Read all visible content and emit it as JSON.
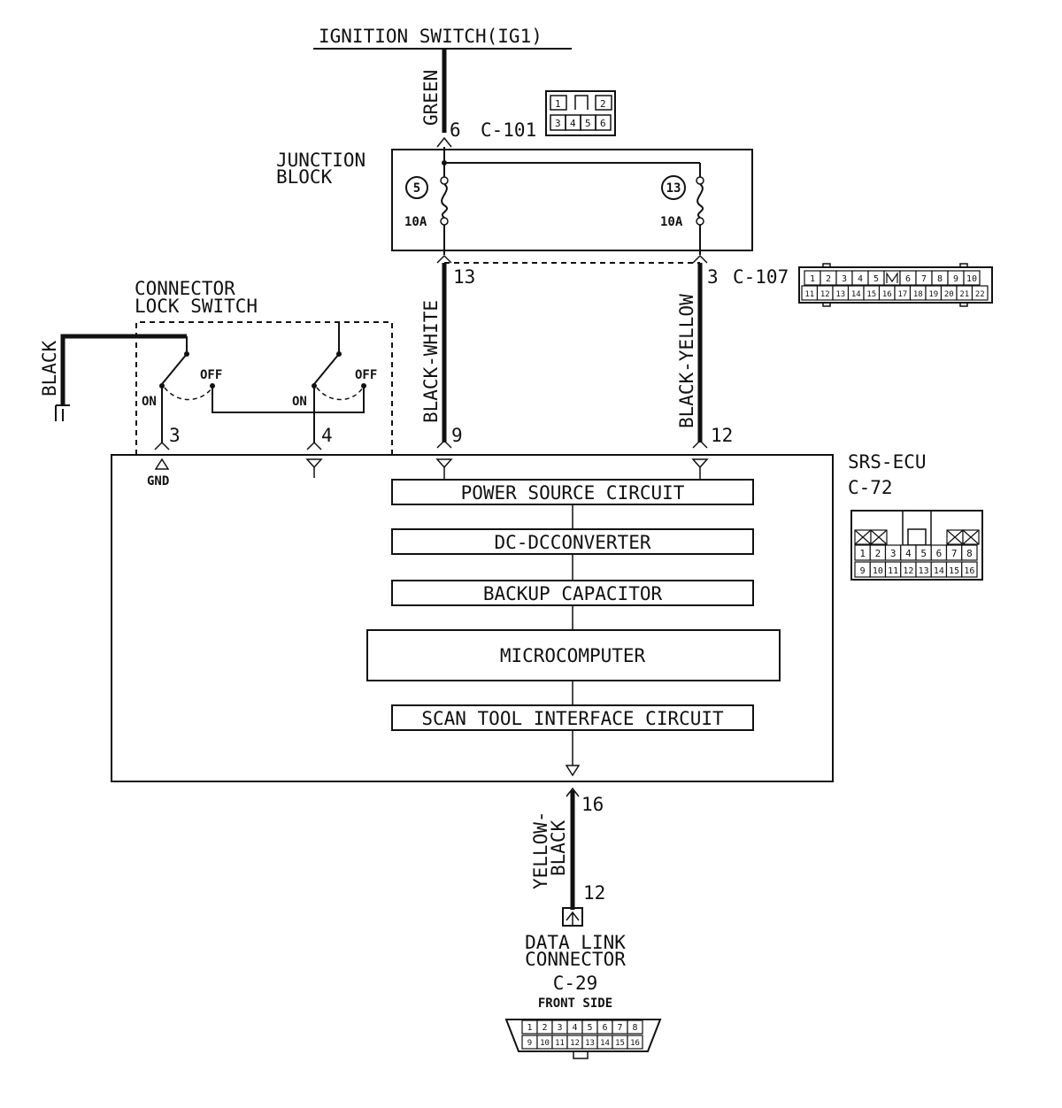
{
  "ignition": {
    "label": "IGNITION SWITCH(IG1)"
  },
  "wires": {
    "green": "GREEN",
    "black_white": "BLACK-WHITE",
    "black_yellow": "BLACK-YELLOW",
    "black": "BLACK",
    "yellow_black_1": "YELLOW-",
    "yellow_black_2": "BLACK"
  },
  "c101": {
    "pin": "6",
    "name": "C-101",
    "cells_top": [
      "1",
      "",
      "2"
    ],
    "cells_bottom": [
      "3",
      "4",
      "5",
      "6"
    ]
  },
  "junction": {
    "line1": "JUNCTION",
    "line2": "BLOCK",
    "fuse_left": {
      "number": "5",
      "rating": "10A"
    },
    "fuse_right": {
      "number": "13",
      "rating": "10A"
    }
  },
  "c107": {
    "pin_left": "13",
    "pin_right": "3",
    "name": "C-107",
    "cells_top": [
      "1",
      "2",
      "3",
      "4",
      "5",
      "",
      "6",
      "7",
      "8",
      "9",
      "10"
    ],
    "cells_bottom": [
      "11",
      "12",
      "13",
      "14",
      "15",
      "16",
      "17",
      "18",
      "19",
      "20",
      "21",
      "22"
    ]
  },
  "lock_switch": {
    "line1": "CONNECTOR",
    "line2": "LOCK SWITCH",
    "on": "ON",
    "off": "OFF",
    "pin3": "3",
    "pin4": "4",
    "gnd": "GND"
  },
  "ecu": {
    "name": "SRS-ECU",
    "connector": "C-72",
    "pin9": "9",
    "pin12": "12",
    "pin16": "16",
    "blocks": [
      "POWER SOURCE CIRCUIT",
      "DC-DCCONVERTER",
      "BACKUP CAPACITOR",
      "MICROCOMPUTER",
      "SCAN TOOL INTERFACE CIRCUIT"
    ],
    "c72_top": [
      "1",
      "2",
      "3",
      "4",
      "5",
      "6",
      "7",
      "8"
    ],
    "c72_bottom": [
      "9",
      "10",
      "11",
      "12",
      "13",
      "14",
      "15",
      "16"
    ]
  },
  "dlc": {
    "pin": "12",
    "line1": "DATA LINK",
    "line2": "CONNECTOR",
    "name": "C-29",
    "side": "FRONT SIDE",
    "cells_top": [
      "1",
      "2",
      "3",
      "4",
      "5",
      "6",
      "7",
      "8"
    ],
    "cells_bottom": [
      "9",
      "10",
      "11",
      "12",
      "13",
      "14",
      "15",
      "16"
    ]
  }
}
